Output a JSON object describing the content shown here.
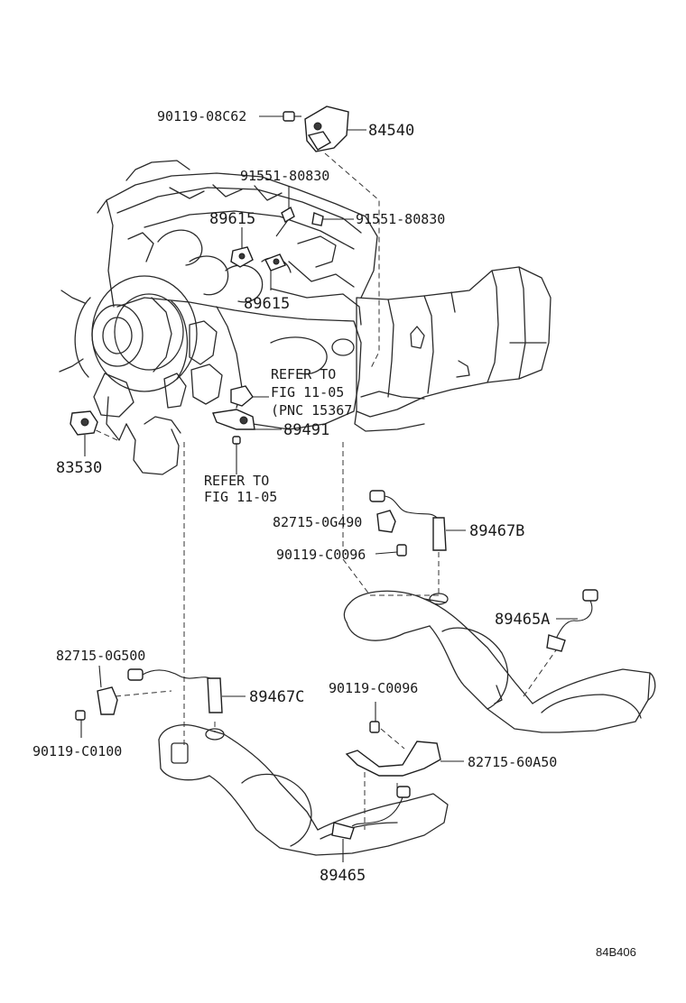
{
  "labels": {
    "p90119_08c62": "90119-08C62",
    "p84540": "84540",
    "p91551_80830_a": "91551-80830",
    "p91551_80830_b": "91551-80830",
    "p89615_a": "89615",
    "p89615_b": "89615",
    "refer_to_1": "REFER TO",
    "fig_11_05_1": "FIG 11-05",
    "pnc_15367": "(PNC 15367",
    "p89491": "89491",
    "p83530": "83530",
    "refer_to_2": "REFER TO",
    "fig_11_05_2": "FIG 11-05",
    "p82715_0g490": "82715-0G490",
    "p89467b": "89467B",
    "p90119_c0096_a": "90119-C0096",
    "p89465a": "89465A",
    "p82715_0g500": "82715-0G500",
    "p89467c": "89467C",
    "p90119_c0100": "90119-C0100",
    "p90119_c0096_b": "90119-C0096",
    "p82715_60a50": "82715-60A50",
    "p89465": "89465",
    "figure_code": "84B406"
  }
}
